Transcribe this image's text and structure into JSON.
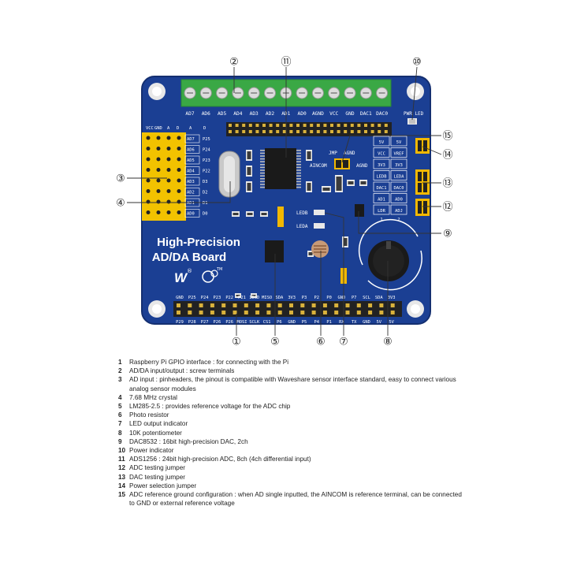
{
  "board": {
    "title_line1": "High-Precision",
    "title_line2": "AD/DA Board",
    "logo_mark": "W",
    "registered": "®",
    "trademark": "TM",
    "pwr_label": "PWR LED",
    "terminal_labels": [
      "AD7",
      "AD6",
      "AD5",
      "AD4",
      "AD3",
      "AD2",
      "AD1",
      "AD0",
      "AGND",
      "VCC",
      "GND",
      "DAC1",
      "DAC0"
    ],
    "left_header_top": [
      "VCC",
      "GND",
      "A",
      "D",
      "A",
      "D"
    ],
    "left_header_rows": [
      [
        "AD7",
        "P25"
      ],
      [
        "AD6",
        "P24"
      ],
      [
        "AD5",
        "P23"
      ],
      [
        "AD4",
        "P22"
      ],
      [
        "AD3",
        "D3"
      ],
      [
        "AD2",
        "D2"
      ],
      [
        "AD1",
        "D1"
      ],
      [
        "AD0",
        "D0"
      ]
    ],
    "jmp_label": "JMP",
    "agnd_top": "AGND",
    "aincom": "AINCOM",
    "agnd_side": "AGND",
    "leds": [
      "LEDB",
      "LEDA"
    ],
    "right_block_rows": [
      [
        "5V",
        "5V"
      ],
      [
        "VCC",
        "VREF"
      ],
      [
        "3V3",
        "3V3"
      ],
      [
        "LEDB",
        "LEDA"
      ],
      [
        "DAC1",
        "DAC0"
      ],
      [
        "AD1",
        "AD0"
      ],
      [
        "LDR",
        "ADJ"
      ]
    ],
    "right_block_nums": [
      "1",
      "2"
    ],
    "gpio_top": [
      "GND",
      "P25",
      "P24",
      "P23",
      "P22",
      "P21",
      "IDSD",
      "MISO",
      "SDA",
      "3V3",
      "P3",
      "P2",
      "P0",
      "GND",
      "P7",
      "SCL",
      "SDA",
      "3V3"
    ],
    "gpio_bottom": [
      "P29",
      "P28",
      "P27",
      "P26",
      "P26",
      "MOSI",
      "SCLK",
      "CS1",
      "P6",
      "GND",
      "P5",
      "P4",
      "P1",
      "RX",
      "TX",
      "GND",
      "5V",
      "5V"
    ]
  },
  "callouts": [
    "①",
    "②",
    "③",
    "④",
    "⑤",
    "⑥",
    "⑦",
    "⑧",
    "⑨",
    "⑩",
    "⑪",
    "⑫",
    "⑬",
    "⑭",
    "⑮"
  ],
  "legend": [
    {
      "num": "1",
      "text": "Raspberry Pi GPIO interface : for connecting with the Pi"
    },
    {
      "num": "2",
      "text": "AD/DA input/output : screw terminals"
    },
    {
      "num": "3",
      "text": "AD input : pinheaders, the pinout is compatible with Waveshare sensor interface standard, easy to connect various analog sensor modules"
    },
    {
      "num": "4",
      "text": "7.68 MHz crystal"
    },
    {
      "num": "5",
      "text": "LM285-2.5 : provides reference voltage for the ADC chip"
    },
    {
      "num": "6",
      "text": "Photo resistor"
    },
    {
      "num": "7",
      "text": "LED output indicator"
    },
    {
      "num": "8",
      "text": "10K potentiometer"
    },
    {
      "num": "9",
      "text": "DAC8532 : 16bit high-precision DAC, 2ch"
    },
    {
      "num": "10",
      "text": "Power indicator"
    },
    {
      "num": "11",
      "text": "ADS1256 : 24bit high-precision ADC, 8ch (4ch differential input)"
    },
    {
      "num": "12",
      "text": "ADC testing jumper"
    },
    {
      "num": "13",
      "text": "DAC testing jumper"
    },
    {
      "num": "14",
      "text": "Power selection jumper"
    },
    {
      "num": "15",
      "text": "ADC reference ground configuration : when AD single inputted, the AINCOM is reference terminal, can be connected to GND or external reference voltage"
    }
  ]
}
